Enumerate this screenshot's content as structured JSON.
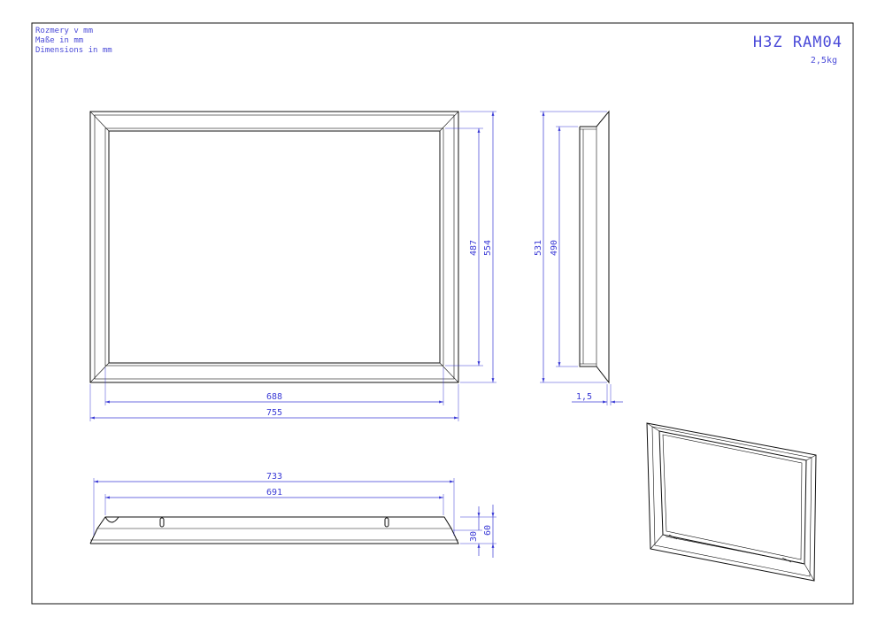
{
  "header": {
    "line1": "Rozmery v mm",
    "line2": "Maße in mm",
    "line3": "Dimensions in mm"
  },
  "title": {
    "code": "H3Z RAM04",
    "weight": "2,5kg"
  },
  "front_view": {
    "width_inner": "688",
    "width_outer": "755",
    "height_inner": "487",
    "height_outer": "554"
  },
  "side_view": {
    "height_outer": "531",
    "height_inner": "490",
    "flange": "1,5"
  },
  "bottom_view": {
    "width_outer": "733",
    "width_inner": "691",
    "depth_inner": "30",
    "depth_outer": "60"
  },
  "colors": {
    "dimension": "#3b3bd6",
    "outline": "#111111"
  }
}
